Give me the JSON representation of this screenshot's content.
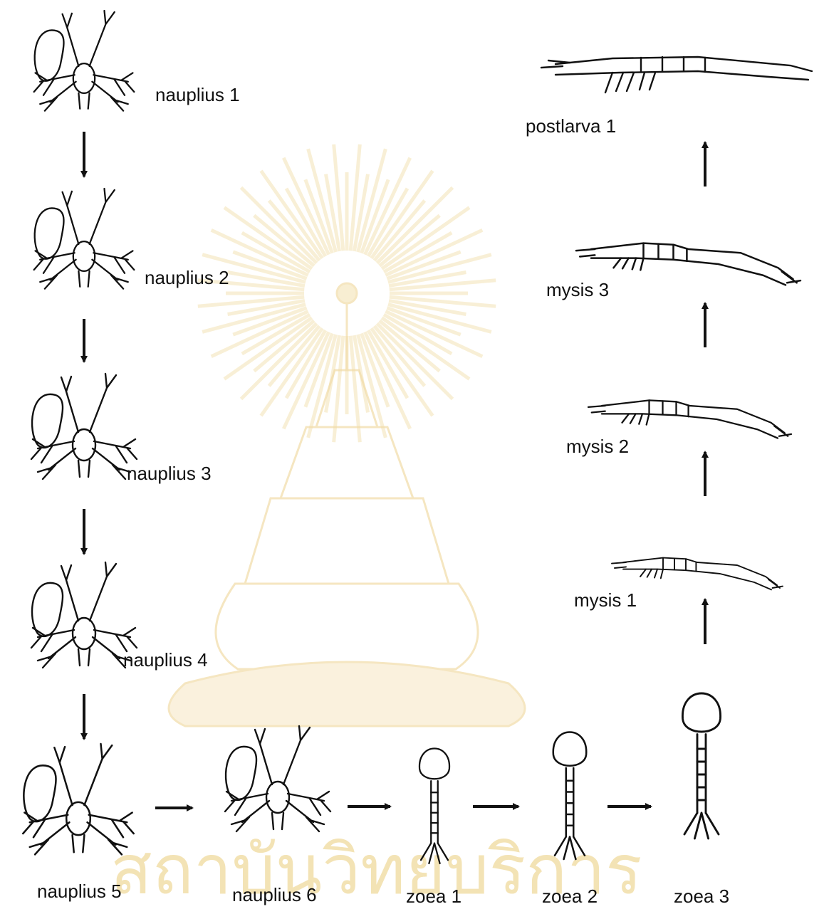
{
  "stages": {
    "n1": "nauplius 1",
    "n2": "nauplius 2",
    "n3": "nauplius 3",
    "n4": "nauplius 4",
    "n5": "nauplius 5",
    "n6": "nauplius 6",
    "z1": "zoea 1",
    "z2": "zoea 2",
    "z3": "zoea 3",
    "m1": "mysis 1",
    "m2": "mysis 2",
    "m3": "mysis 3",
    "pl1": "postlarva 1"
  },
  "watermark": {
    "text": "สถาบันวิทยบริการ",
    "color": "#f3e3b5"
  },
  "colors": {
    "ink": "#111111"
  }
}
